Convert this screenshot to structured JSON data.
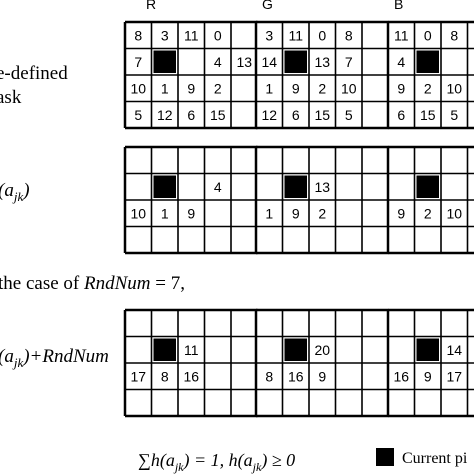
{
  "channels": [
    "R",
    "G",
    "B"
  ],
  "rows": [
    {
      "label_lines": [
        "e-defined",
        "ask"
      ],
      "grids": [
        [
          [
            "8",
            "3",
            "11",
            "0",
            ""
          ],
          [
            "7",
            "#",
            "",
            "4",
            "13"
          ],
          [
            "10",
            "1",
            "9",
            "2",
            ""
          ],
          [
            "5",
            "12",
            "6",
            "15",
            ""
          ]
        ],
        [
          [
            "3",
            "11",
            "0",
            "8",
            ""
          ],
          [
            "14",
            "#",
            "13",
            "7",
            ""
          ],
          [
            "1",
            "9",
            "2",
            "10",
            ""
          ],
          [
            "12",
            "6",
            "15",
            "5",
            ""
          ]
        ],
        [
          [
            "11",
            "0",
            "8",
            "",
            ""
          ],
          [
            "4",
            "#",
            "",
            "",
            ""
          ],
          [
            "9",
            "2",
            "10",
            "",
            ""
          ],
          [
            "6",
            "15",
            "5",
            "",
            ""
          ]
        ]
      ]
    },
    {
      "label_lines": [
        "(a",
        "jk",
        ")"
      ],
      "grids": [
        [
          [
            "",
            "",
            "",
            "",
            ""
          ],
          [
            "",
            "#",
            "",
            "4",
            ""
          ],
          [
            "10",
            "1",
            "9",
            "",
            ""
          ],
          [
            "",
            "",
            "",
            "",
            ""
          ]
        ],
        [
          [
            "",
            "",
            "",
            "",
            ""
          ],
          [
            "",
            "#",
            "13",
            "",
            ""
          ],
          [
            "1",
            "9",
            "2",
            "",
            ""
          ],
          [
            "",
            "",
            "",
            "",
            ""
          ]
        ],
        [
          [
            "",
            "",
            "",
            "",
            ""
          ],
          [
            "",
            "#",
            "",
            "",
            ""
          ],
          [
            "9",
            "2",
            "10",
            "",
            ""
          ],
          [
            "",
            "",
            "",
            "",
            ""
          ]
        ]
      ]
    },
    {
      "label_lines": [
        "(a",
        "jk",
        ")+RndNum"
      ],
      "grids": [
        [
          [
            "",
            "",
            "",
            "",
            ""
          ],
          [
            "",
            "#",
            "11",
            "",
            ""
          ],
          [
            "17",
            "8",
            "16",
            "",
            ""
          ],
          [
            "",
            "",
            "",
            "",
            ""
          ]
        ],
        [
          [
            "",
            "",
            "",
            "",
            ""
          ],
          [
            "",
            "#",
            "20",
            "",
            ""
          ],
          [
            "8",
            "16",
            "9",
            "",
            ""
          ],
          [
            "",
            "",
            "",
            "",
            ""
          ]
        ],
        [
          [
            "",
            "",
            "",
            "",
            ""
          ],
          [
            "",
            "#",
            "14",
            "",
            ""
          ],
          [
            "16",
            "9",
            "17",
            "",
            ""
          ],
          [
            "",
            "",
            "",
            "",
            ""
          ]
        ]
      ]
    }
  ],
  "case_text_prefix": "the case of ",
  "case_var": "RndNum",
  "case_suffix": " = 7,",
  "formula": "∑h(a",
  "formula_sub": "jk",
  "formula_rest": ") = 1,    h(a",
  "formula_sub2": "jk",
  "formula_rest2": ") ≥ 0",
  "legend_label": "Current pi"
}
